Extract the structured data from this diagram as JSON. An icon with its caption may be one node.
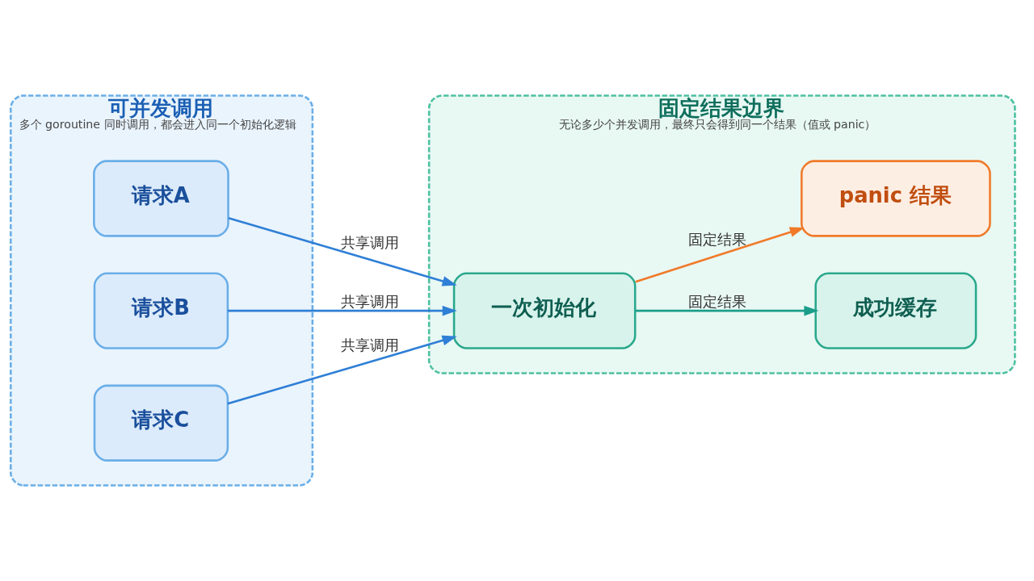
{
  "diagram": {
    "nodes": [
      {
        "text": [
          "可并发调用",
          "多个 goroutine 同时调用，都会进入同一个初始化逻辑"
        ]
      },
      {
        "text": [
          "请求A"
        ],
        "in": 0
      },
      {
        "text": [
          "请求B"
        ],
        "in": 0
      },
      {
        "text": [
          "请求C"
        ],
        "in": 0
      },
      {
        "text": [
          "固定结果边界",
          "无论多少个并发调用，最终只会得到同一个结果（值或 panic）"
        ]
      },
      {
        "text": [
          "一次初始化"
        ],
        "in": 4
      },
      {
        "text": [
          "成功缓存"
        ],
        "in": 4
      },
      {
        "text": [
          "panic 结果"
        ],
        "in": 4
      }
    ],
    "edges": [
      {
        "from": 1,
        "to": 5,
        "arrow": "to",
        "label": "共享调用"
      },
      {
        "from": 2,
        "to": 5,
        "arrow": "to",
        "label": "共享调用"
      },
      {
        "from": 3,
        "to": 5,
        "arrow": "to",
        "label": "共享调用"
      },
      {
        "from": 5,
        "to": 6,
        "arrow": "to",
        "label": "固定结果",
        "color": "#1a9e8a"
      },
      {
        "from": 5,
        "to": 7,
        "arrow": "to",
        "label": "固定结果",
        "color": "#f07a2a"
      }
    ]
  }
}
